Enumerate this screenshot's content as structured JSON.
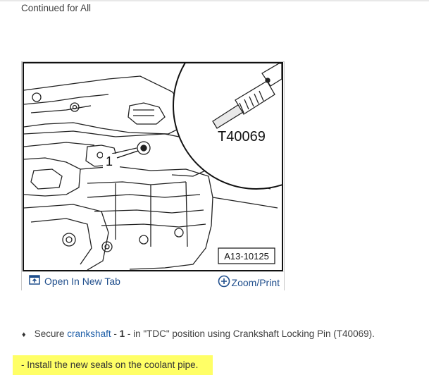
{
  "section": {
    "title": "Continued for All"
  },
  "figure": {
    "callout_number": "1",
    "tool_label": "T40069",
    "figure_id": "A13-10125",
    "toolbar": {
      "open_label": "Open In New Tab",
      "zoom_label": "Zoom/Print"
    }
  },
  "steps": [
    {
      "bullet": "♦",
      "text_before": "Secure ",
      "link": "crankshaft",
      "text_mid": " - ",
      "bold": "1",
      "text_after": " - in \"TDC\" position using Crankshaft Locking Pin (T40069)."
    },
    {
      "prefix": "-",
      "text": "Install the new seals on the coolant pipe.",
      "highlight_color": "#ffff66"
    }
  ],
  "colors": {
    "link": "#1f5fa8",
    "toolbar_text": "#1f4e8c",
    "highlight": "#ffff66"
  }
}
